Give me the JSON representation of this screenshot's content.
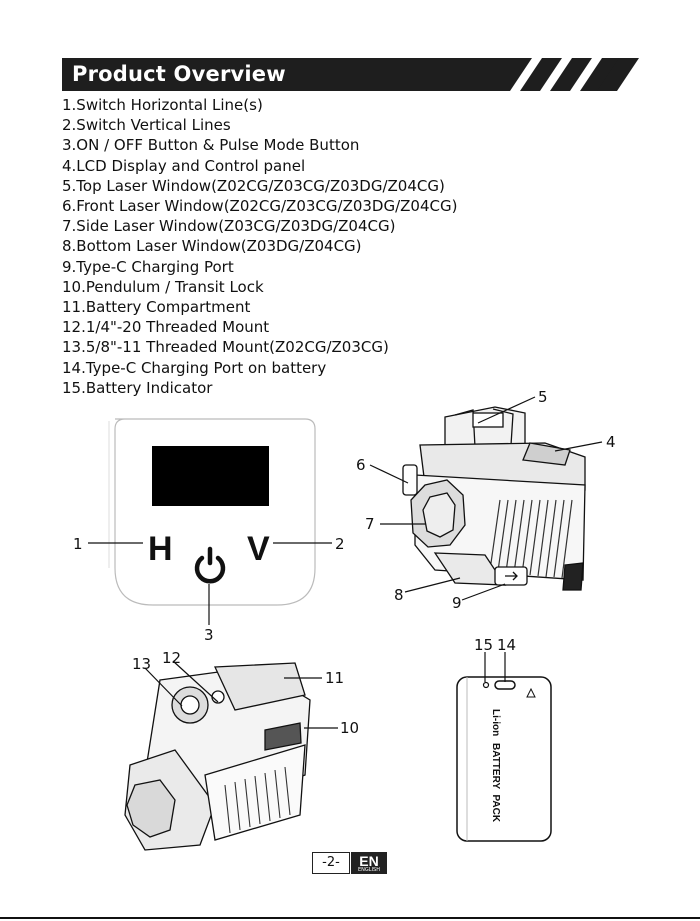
{
  "header": {
    "title": "Product Overview"
  },
  "features": [
    "1.Switch Horizontal Line(s)",
    "2.Switch Vertical Lines",
    "3.ON / OFF Button & Pulse Mode Button",
    "4.LCD Display and Control panel",
    "5.Top Laser Window(Z02CG/Z03CG/Z03DG/Z04CG)",
    "6.Front Laser Window(Z02CG/Z03CG/Z03DG/Z04CG)",
    "7.Side Laser Window(Z03CG/Z03DG/Z04CG)",
    "8.Bottom Laser Window(Z03DG/Z04CG)",
    "9.Type-C Charging Port",
    "10.Pendulum / Transit Lock",
    "11.Battery Compartment",
    "12.1/4\"-20 Threaded Mount",
    "13.5/8\"-11 Threaded Mount(Z02CG/Z03CG)",
    "14.Type-C Charging Port on battery",
    "15.Battery Indicator"
  ],
  "panel": {
    "h_label": "H",
    "v_label": "V"
  },
  "callouts": {
    "c1": "1",
    "c2": "2",
    "c3": "3",
    "c4": "4",
    "c5": "5",
    "c6": "6",
    "c7": "7",
    "c8": "8",
    "c9": "9",
    "c10": "10",
    "c11": "11",
    "c12": "12",
    "c13": "13",
    "c14": "14",
    "c15": "15"
  },
  "battery": {
    "label_liion": "Li-ion",
    "label_text": "BATTERY  PACK"
  },
  "footer": {
    "page_number": "-2-",
    "lang_code": "EN",
    "lang_name": "ENGLISH"
  }
}
